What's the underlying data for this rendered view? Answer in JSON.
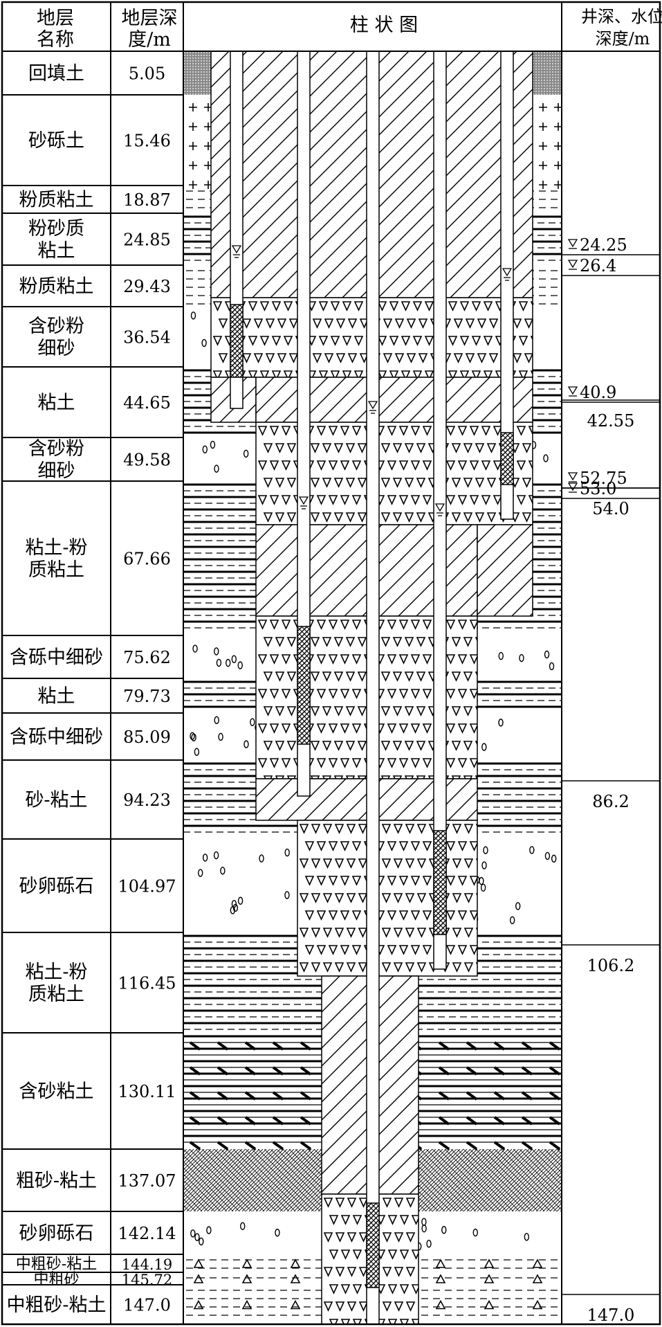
{
  "header": {
    "name_title": [
      "地层",
      "名称"
    ],
    "depth_title": [
      "地层深",
      "度/m"
    ],
    "column_title": "柱 状 图",
    "well_title": [
      "井深、水位",
      "深度/m"
    ]
  },
  "strata": [
    {
      "name": [
        "回填土"
      ],
      "depth": "5.05"
    },
    {
      "name": [
        "砂砾土"
      ],
      "depth": "15.46"
    },
    {
      "name": [
        "粉质粘土"
      ],
      "depth": "18.87"
    },
    {
      "name": [
        "粉砂质",
        "粘土"
      ],
      "depth": "24.85"
    },
    {
      "name": [
        "粉质粘土"
      ],
      "depth": "29.43"
    },
    {
      "name": [
        "含砂粉",
        "细砂"
      ],
      "depth": "36.54"
    },
    {
      "name": [
        "粘土"
      ],
      "depth": "44.65"
    },
    {
      "name": [
        "含砂粉",
        "细砂"
      ],
      "depth": "49.58"
    },
    {
      "name": [
        "粘土-粉",
        "质粘土"
      ],
      "depth": "67.66"
    },
    {
      "name": [
        "含砾中细砂"
      ],
      "depth": "75.62"
    },
    {
      "name": [
        "粘土"
      ],
      "depth": "79.73"
    },
    {
      "name": [
        "含砾中细砂"
      ],
      "depth": "85.09"
    },
    {
      "name": [
        "砂-粘土"
      ],
      "depth": "94.23"
    },
    {
      "name": [
        "砂卵砾石"
      ],
      "depth": "104.97"
    },
    {
      "name": [
        "粘土-粉",
        "质粘土"
      ],
      "depth": "116.45"
    },
    {
      "name": [
        "含砂粘土"
      ],
      "depth": "130.11"
    },
    {
      "name": [
        "粗砂-粘土"
      ],
      "depth": "137.07"
    },
    {
      "name": [
        "砂卵砾石"
      ],
      "depth": "142.14"
    },
    {
      "name": [
        "中粗砂-粘土"
      ],
      "depth": "144.19"
    },
    {
      "name": [
        "中粗砂"
      ],
      "depth": "145.72"
    },
    {
      "name": [
        "中粗砂-粘土"
      ],
      "depth": "147.0"
    }
  ],
  "well_depths": {
    "water_levels": [
      "24.25",
      "26.4",
      "40.9",
      "52.75",
      "53.0"
    ],
    "well_bottoms": [
      "42.55",
      "54.0",
      "86.2",
      "106.2",
      "147.0"
    ]
  }
}
